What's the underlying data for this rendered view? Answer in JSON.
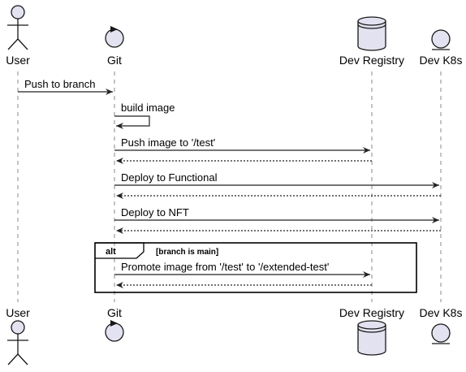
{
  "participants": {
    "user": "User",
    "git": "Git",
    "registry": "Dev Registry",
    "k8s": "Dev K8s"
  },
  "messages": [
    {
      "text": "Push to branch",
      "from": "user",
      "to": "git",
      "style": "solid"
    },
    {
      "text": "build image",
      "from": "git",
      "to": "git",
      "style": "self"
    },
    {
      "text": "Push image to '/test'",
      "from": "git",
      "to": "registry",
      "style": "solid"
    },
    {
      "text": "",
      "from": "registry",
      "to": "git",
      "style": "dashed"
    },
    {
      "text": "Deploy to Functional",
      "from": "git",
      "to": "k8s",
      "style": "solid"
    },
    {
      "text": "",
      "from": "k8s",
      "to": "git",
      "style": "dashed"
    },
    {
      "text": "Deploy to NFT",
      "from": "git",
      "to": "k8s",
      "style": "solid"
    },
    {
      "text": "",
      "from": "k8s",
      "to": "git",
      "style": "dashed"
    },
    {
      "text": "Promote image from '/test' to '/extended-test'",
      "from": "git",
      "to": "registry",
      "style": "solid"
    },
    {
      "text": "",
      "from": "registry",
      "to": "git",
      "style": "dashed"
    }
  ],
  "fragment": {
    "keyword": "alt",
    "condition": "[branch is main]"
  }
}
